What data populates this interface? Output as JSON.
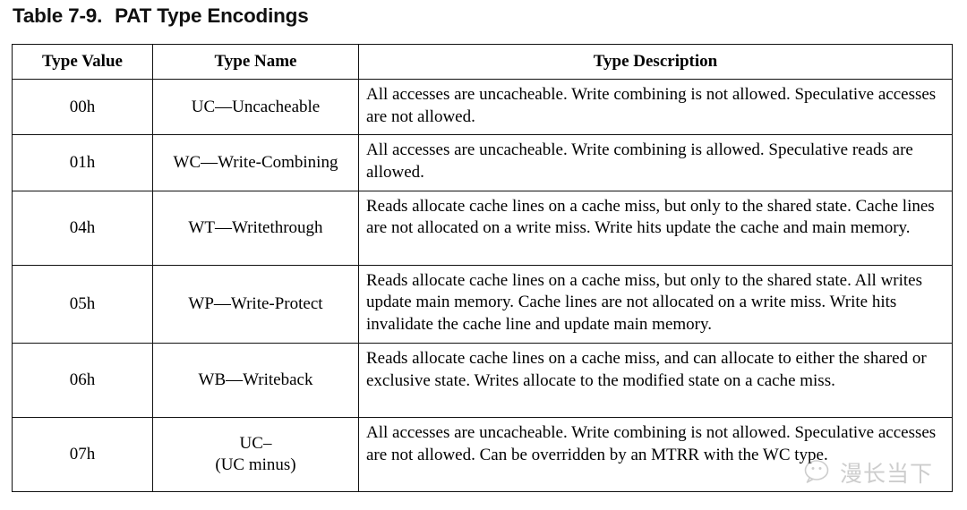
{
  "caption": {
    "number": "Table 7-9.",
    "title": "PAT Type Encodings"
  },
  "table": {
    "headers": {
      "type_value": "Type Value",
      "type_name": "Type Name",
      "type_description": "Type Description"
    },
    "rows": [
      {
        "value": "00h",
        "name": "UC—Uncacheable",
        "name_line2": "",
        "description": "All accesses are uncacheable. Write combining is not allowed. Speculative accesses are not allowed."
      },
      {
        "value": "01h",
        "name": "WC—Write-Combining",
        "name_line2": "",
        "description": "All accesses are uncacheable. Write combining is allowed. Speculative reads are allowed."
      },
      {
        "value": "04h",
        "name": "WT—Writethrough",
        "name_line2": "",
        "description": "Reads allocate cache lines on a cache miss, but only to the shared state. Cache lines are not allocated on a write miss. Write hits update the cache and main memory."
      },
      {
        "value": "05h",
        "name": "WP—Write-Protect",
        "name_line2": "",
        "description": "Reads allocate cache lines on a cache miss, but only to the shared state. All writes update main memory. Cache lines are not allocated on a write miss. Write hits invalidate the cache line and update main memory."
      },
      {
        "value": "06h",
        "name": "WB—Writeback",
        "name_line2": "",
        "description": "Reads allocate cache lines on a cache miss, and can allocate to either the shared or exclusive state. Writes allocate to the modified state on a cache miss."
      },
      {
        "value": "07h",
        "name": "UC–",
        "name_line2": "(UC minus)",
        "description": "All accesses are uncacheable. Write combining is not allowed. Speculative accesses are not allowed. Can be overridden by an MTRR with the WC type."
      }
    ]
  },
  "watermark": {
    "text": "漫长当下",
    "icon": "wechat-bubble-icon",
    "color": "#8a8a8a"
  }
}
